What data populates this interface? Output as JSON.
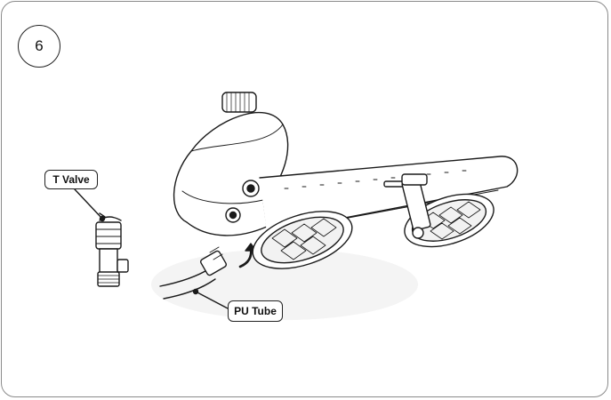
{
  "step": {
    "number": "6"
  },
  "labels": {
    "t_valve": "T Valve",
    "pu_tube": "PU Tube"
  },
  "colors": {
    "line": "#1a1a1a",
    "border": "#8a8a8a",
    "shade": "#d9d9d9"
  }
}
